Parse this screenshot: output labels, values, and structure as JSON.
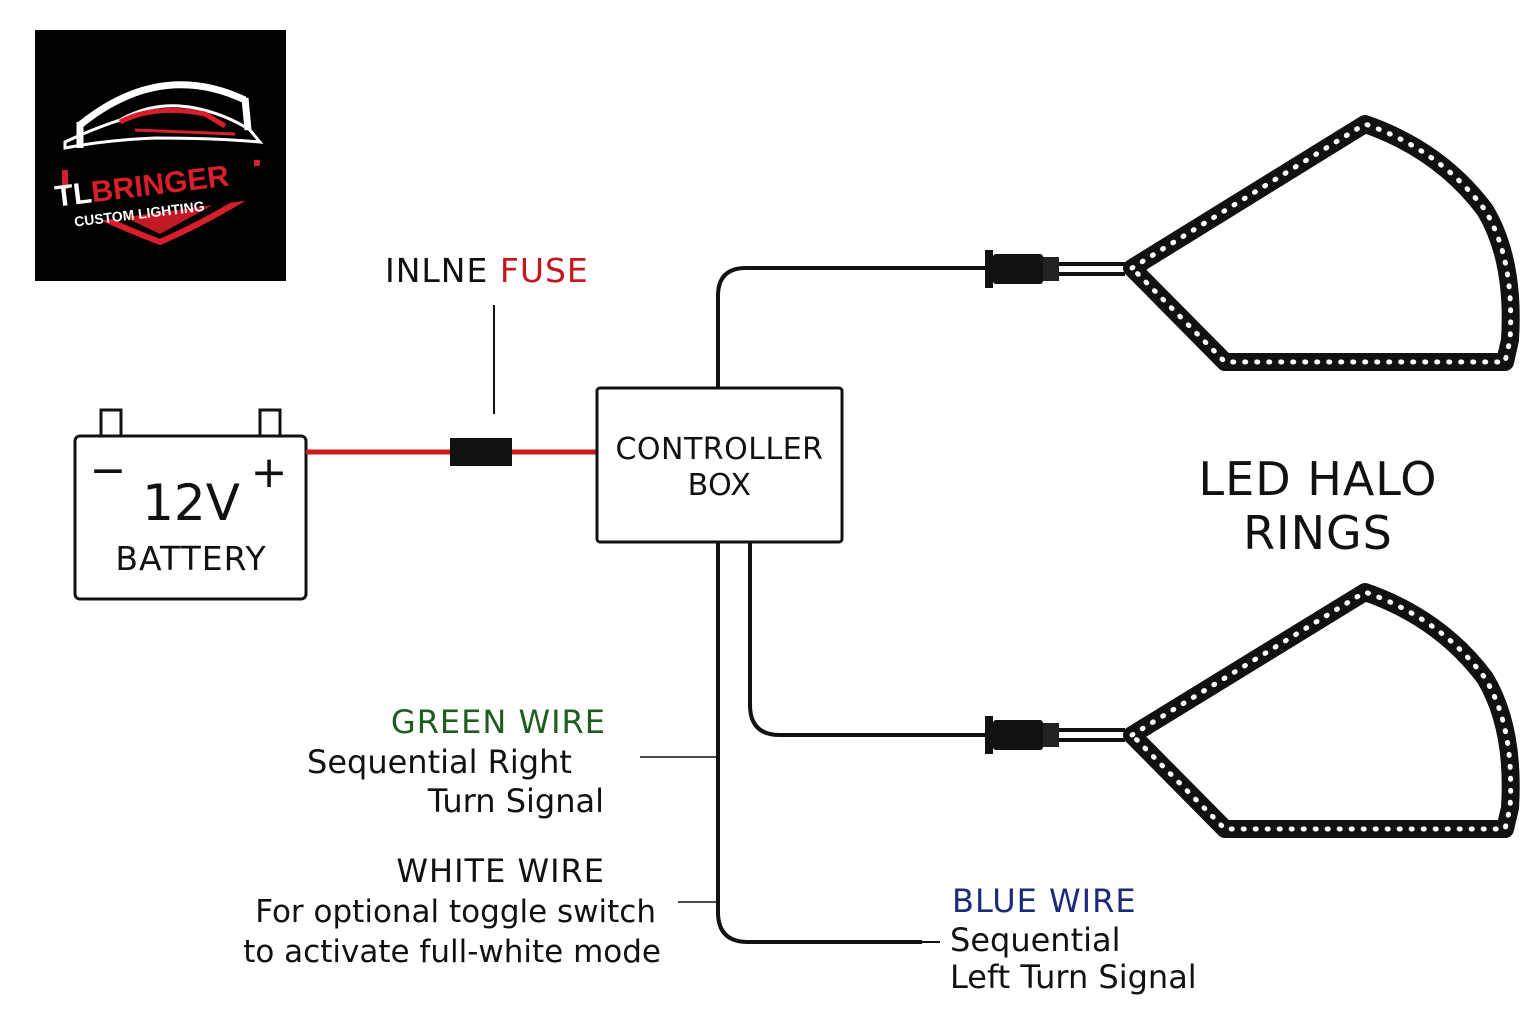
{
  "logo": {
    "brand_primary": "TLBRINGER",
    "brand_secondary": "CUSTOM LIGHTING",
    "colors": {
      "background": "#000000",
      "accent": "#d81e2a",
      "white": "#ffffff"
    }
  },
  "battery": {
    "voltage": "12V",
    "name": "BATTERY",
    "neg_symbol": "−",
    "pos_symbol": "+"
  },
  "fuse": {
    "label_prefix": "INLNE",
    "label_highlight": "FUSE"
  },
  "controller": {
    "line1": "CONTROLLER",
    "line2": "BOX"
  },
  "halo": {
    "line1": "LED HALO",
    "line2": "RINGS"
  },
  "green_wire": {
    "title": "GREEN WIRE",
    "line1": "Sequential Right",
    "line2": "Turn Signal",
    "color": "#1f5c1f"
  },
  "white_wire": {
    "title": "WHITE WIRE",
    "line1": "For optional toggle switch",
    "line2": "to activate full-white mode"
  },
  "blue_wire": {
    "title": "BLUE WIRE",
    "line1": "Sequential",
    "line2": "Left Turn Signal",
    "color": "#1b2a7a"
  },
  "colors": {
    "power_wire": "#d0181f",
    "line": "#111111"
  }
}
